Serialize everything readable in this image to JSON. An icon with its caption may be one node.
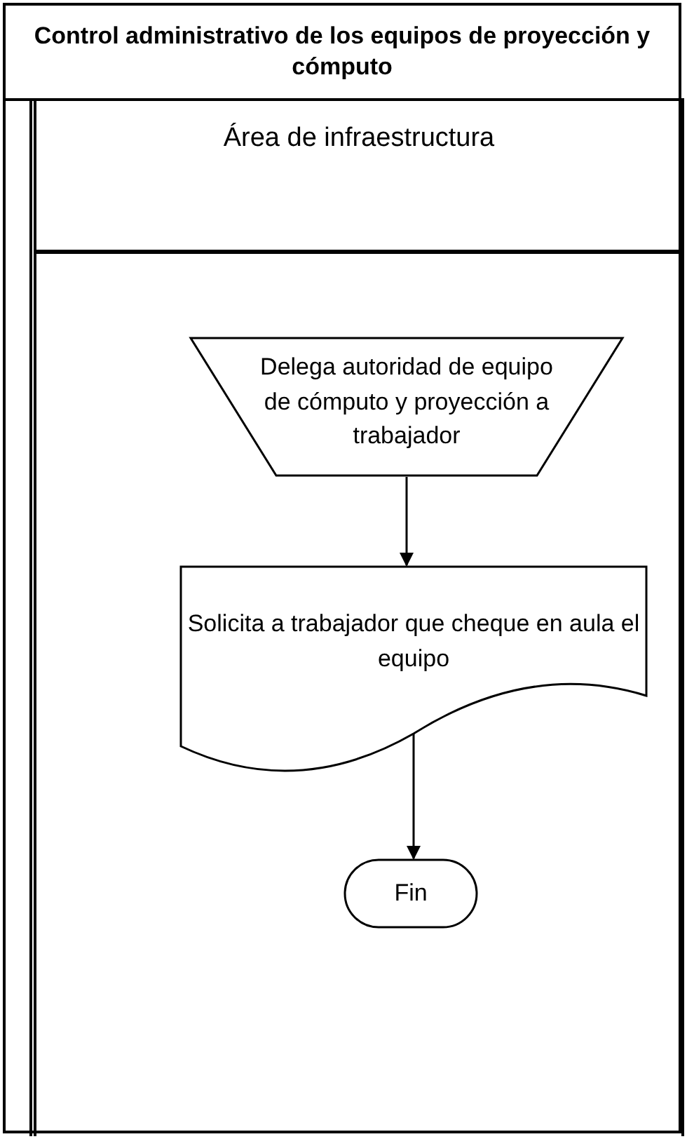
{
  "diagram": {
    "title": "Control administrativo de los equipos de proyección y cómputo",
    "nodes": [
      {
        "text": [
          "Área de infraestructura"
        ]
      },
      {
        "text": [
          "Delega autoridad de equipo de cómputo y proyección a trabajador"
        ],
        "in": 0
      },
      {
        "text": [
          "Solicita a trabajador que cheque en aula el equipo"
        ],
        "in": 0
      },
      {
        "text": [
          "Fin"
        ],
        "in": 0
      }
    ],
    "edges": [
      {
        "from": 1,
        "to": 2,
        "arrow": "to"
      },
      {
        "from": 2,
        "to": 3,
        "arrow": "to"
      }
    ]
  }
}
